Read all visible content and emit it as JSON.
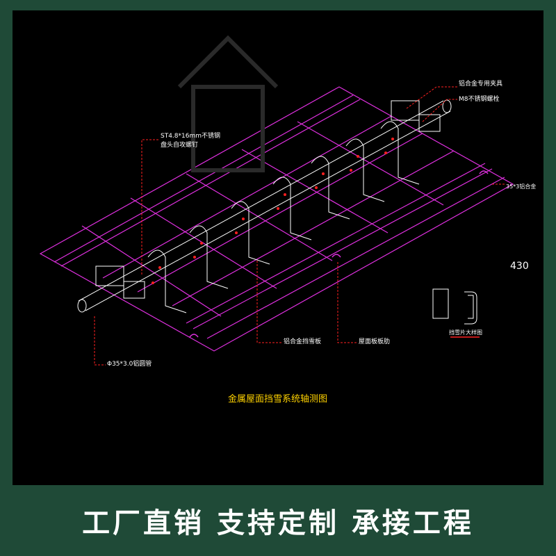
{
  "drawing": {
    "title": "金属屋面挡雪系统轴测图",
    "dimension": "430",
    "labels": {
      "clamp": "铝合金专用夹具",
      "bolt": "M8不锈钢螺栓",
      "screw_line1": "ST4.8*16mm不锈钢",
      "screw_line2": "盘头自攻螺钉",
      "tube_small": "35*3铝合金",
      "snow_plate": "铝合金挡雪板",
      "rib": "屋面板板肋",
      "pipe": "Φ35*3.0铝圆管",
      "detail": "挡雪片大样图"
    }
  },
  "colors": {
    "background": "#000000",
    "frame": "#1f4a37",
    "roof_lines": "#e030e0",
    "leader_lines": "#ff2020",
    "title": "#ffd200"
  },
  "footer": {
    "slogan": "工厂直销  支持定制  承接工程"
  }
}
